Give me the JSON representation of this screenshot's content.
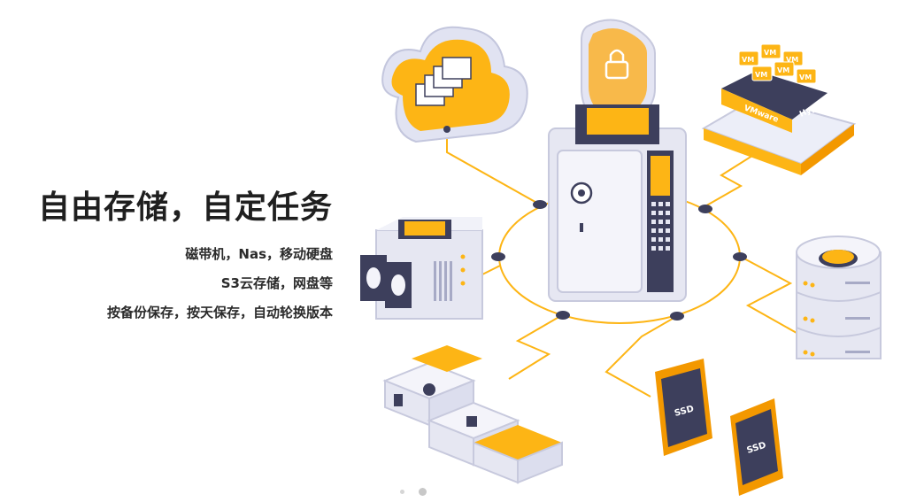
{
  "headline": "自由存储，自定任务",
  "features": [
    "磁带机，Nas，移动硬盘",
    "S3云存储，网盘等",
    "按备份保存，按天保存，自动轮换版本"
  ],
  "illustration": {
    "labels": {
      "vm": "VM",
      "vmware": "VMware",
      "hyperv": "Hyper-V",
      "ssd": "SSD"
    },
    "colors": {
      "accent": "#fdb515",
      "accent_dark": "#f39800",
      "navy": "#3d3f5c",
      "panel": "#e6e7f2",
      "panel_shadow": "#c7c9dd"
    },
    "icons": [
      "cloud-folders-icon",
      "shield-lock-icon",
      "server-rack-icon",
      "safe-vault-icon",
      "tape-drive-icon",
      "database-stack-icon",
      "ssd-drive-icon",
      "office-apps-icon"
    ]
  },
  "pager": {
    "active_index": 1,
    "count": 2
  }
}
